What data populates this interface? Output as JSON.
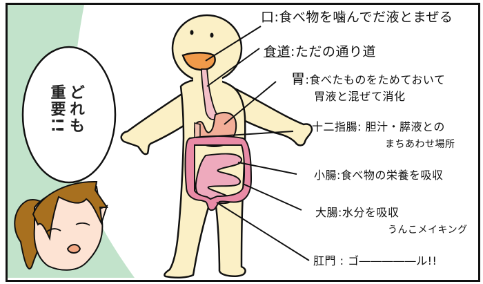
{
  "colors": {
    "frame": "#111111",
    "background_green": "#c2e3cb",
    "skin": "#fbf0c6",
    "mouth": "#f09a4a",
    "esophagus": "#f3c0c8",
    "stomach": "#f2ae98",
    "small_intestine": "#eeaabd",
    "large_intestine": "#e98ba6",
    "hair": "#a8701f",
    "face": "#fde3d3"
  },
  "speech_bubble": {
    "line1": "どれも",
    "line2": "重要!!"
  },
  "labels": [
    {
      "id": "mouth",
      "organ": "口",
      "description": "食べ物を噛んでだ液とまぜる"
    },
    {
      "id": "esophagus",
      "organ": "食道",
      "description": "ただの通り道"
    },
    {
      "id": "stomach",
      "organ": "胃",
      "description": "食べたものをためておいて",
      "description2": "胃液と混ぜて消化"
    },
    {
      "id": "duodenum",
      "organ": "十二指腸",
      "description": "胆汁・膵液との",
      "description2": "まちあわせ場所"
    },
    {
      "id": "small-intestine",
      "organ": "小腸",
      "description": "食べ物の栄養を吸収"
    },
    {
      "id": "large-intestine",
      "organ": "大腸",
      "description": "水分を吸収",
      "description2": "うんこメイキング"
    },
    {
      "id": "anus",
      "organ": "肛門",
      "description": "ゴ―――――ル!!"
    }
  ]
}
